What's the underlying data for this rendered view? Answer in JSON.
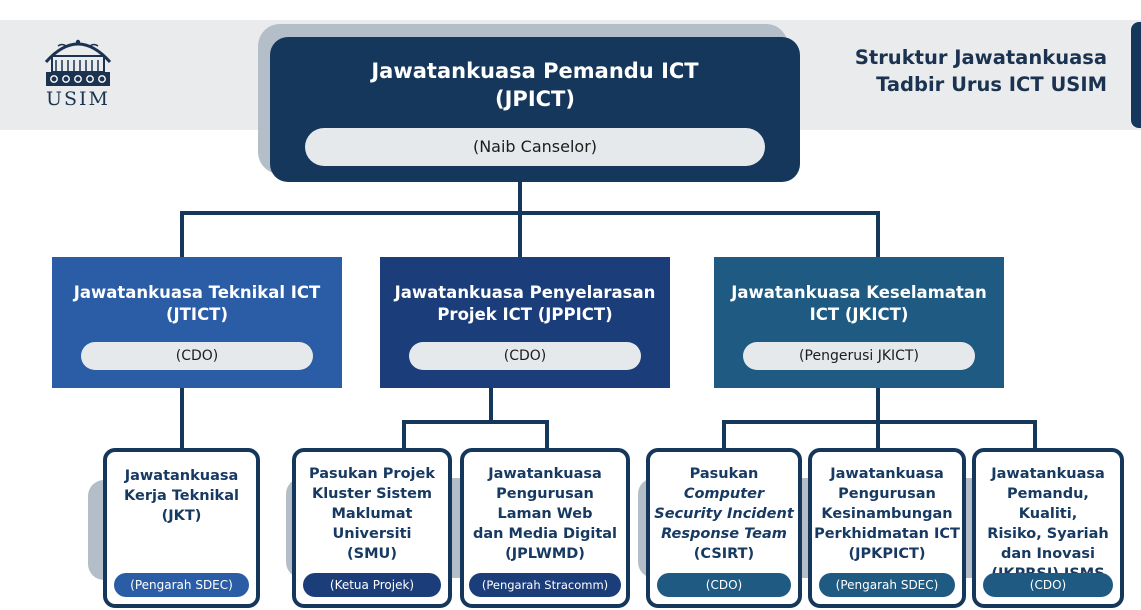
{
  "header": {
    "title_line1": "Struktur Jawatankuasa",
    "title_line2": "Tadbir Urus ICT USIM",
    "logo_text": "USIM"
  },
  "top": {
    "title_line1": "Jawatankuasa Pemandu ICT",
    "title_line2": "(JPICT)",
    "role": "(Naib Canselor)"
  },
  "mid": [
    {
      "title_line1": "Jawatankuasa Teknikal ICT",
      "title_line2": "(JTICT)",
      "role": "(CDO)"
    },
    {
      "title_line1": "Jawatankuasa Penyelarasan",
      "title_line2": "Projek ICT (JPPICT)",
      "role": "(CDO)"
    },
    {
      "title_line1": "Jawatankuasa Keselamatan",
      "title_line2": "ICT (JKICT)",
      "role": "(Pengerusi JKICT)"
    }
  ],
  "leaves": [
    {
      "lines": [
        "Jawatankuasa",
        "Kerja Teknikal",
        "(JKT)"
      ],
      "role": "(Pengarah SDEC)"
    },
    {
      "lines": [
        "Pasukan Projek",
        "Kluster Sistem",
        "Maklumat",
        "Universiti",
        "(SMU)"
      ],
      "role": "(Ketua Projek)"
    },
    {
      "lines": [
        "Jawatankuasa",
        "Pengurusan",
        "Laman Web",
        "dan Media Digital",
        "(JPLWMD)"
      ],
      "role": "(Pengarah Stracomm)"
    },
    {
      "lines": [
        "Pasukan",
        "Computer",
        "Security Incident",
        "Response Team",
        "(CSIRT)"
      ],
      "role": "(CDO)"
    },
    {
      "lines": [
        "Jawatankuasa",
        "Pengurusan",
        "Kesinambungan",
        "Perkhidmatan ICT",
        "(JPKPICT)"
      ],
      "role": "(Pengarah SDEC)"
    },
    {
      "lines": [
        "Jawatankuasa",
        "Pemandu, Kualiti,",
        "Risiko, Syariah",
        "dan Inovasi",
        "(JKPRSI) ISMS"
      ],
      "role": "(CDO)"
    }
  ],
  "colors": {
    "navy": "#15375c",
    "mid_left": "#2a5da6",
    "mid_center": "#1b3d7a",
    "mid_right": "#1e5a82",
    "band": "#e9ebed",
    "shadow": "#b3bec9"
  }
}
